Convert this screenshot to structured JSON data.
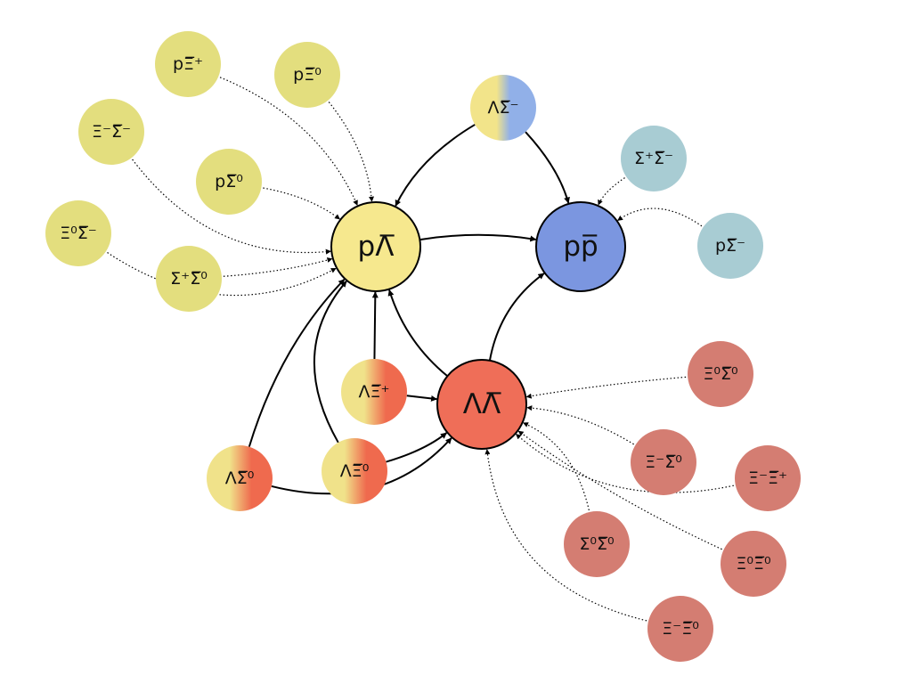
{
  "colors": {
    "pLambda": "#f6e88e",
    "ppbar": "#7b96e0",
    "LambdaLambda": "#ef6e58",
    "yellow_feed": "#e3de7e",
    "teal_feed": "#a8ccd3",
    "red_feed": "#d47d72",
    "grad_blue": "#91b0e8",
    "grad_red": "#ef6a4e"
  },
  "nodes": [
    {
      "id": "pL",
      "label": "pΛ̅",
      "kind": "main",
      "fill": "pLambda"
    },
    {
      "id": "pp",
      "label": "pp̅",
      "kind": "main",
      "fill": "ppbar"
    },
    {
      "id": "LL",
      "label": "ΛΛ̅",
      "kind": "main",
      "fill": "LambdaLambda"
    },
    {
      "id": "pXip",
      "label": "pΞ̅⁺",
      "kind": "feed",
      "fill": "yellow_feed"
    },
    {
      "id": "pXi0",
      "label": "pΞ̅⁰",
      "kind": "feed",
      "fill": "yellow_feed"
    },
    {
      "id": "XimSm",
      "label": "Ξ⁻Σ̅⁻",
      "kind": "feed",
      "fill": "yellow_feed"
    },
    {
      "id": "pS0",
      "label": "pΣ̅⁰",
      "kind": "feed",
      "fill": "yellow_feed"
    },
    {
      "id": "Xi0Sm",
      "label": "Ξ⁰Σ̅⁻",
      "kind": "feed",
      "fill": "yellow_feed"
    },
    {
      "id": "SpS0",
      "label": "Σ⁺Σ̅⁰",
      "kind": "feed",
      "fill": "yellow_feed"
    },
    {
      "id": "LSm",
      "label": "ΛΣ̅⁻",
      "kind": "gradient",
      "fill": "grad_blue"
    },
    {
      "id": "SpSm",
      "label": "Σ⁺Σ̅⁻",
      "kind": "feed",
      "fill": "teal_feed"
    },
    {
      "id": "pSm",
      "label": "pΣ̅⁻",
      "kind": "feed",
      "fill": "teal_feed"
    },
    {
      "id": "LXip",
      "label": "ΛΞ̅⁺",
      "kind": "gradient",
      "fill": "grad_red"
    },
    {
      "id": "LXi0",
      "label": "ΛΞ̅⁰",
      "kind": "gradient",
      "fill": "grad_red"
    },
    {
      "id": "LS0",
      "label": "ΛΣ̅⁰",
      "kind": "gradient",
      "fill": "grad_red"
    },
    {
      "id": "Xi0S0",
      "label": "Ξ⁰Σ̅⁰",
      "kind": "feed",
      "fill": "red_feed"
    },
    {
      "id": "XimS0",
      "label": "Ξ⁻Σ̅⁰",
      "kind": "feed",
      "fill": "red_feed"
    },
    {
      "id": "XimXip",
      "label": "Ξ⁻Ξ̅⁺",
      "kind": "feed",
      "fill": "red_feed"
    },
    {
      "id": "S0S0",
      "label": "Σ⁰Σ̅⁰",
      "kind": "feed",
      "fill": "red_feed"
    },
    {
      "id": "Xi0Xi0",
      "label": "Ξ⁰Ξ̅⁰",
      "kind": "feed",
      "fill": "red_feed"
    },
    {
      "id": "XimXi0",
      "label": "Ξ⁻Ξ̅⁰",
      "kind": "feed",
      "fill": "red_feed"
    }
  ],
  "edges": [
    {
      "from": "pL",
      "to": "pp",
      "style": "solid"
    },
    {
      "from": "LL",
      "to": "pL",
      "style": "solid"
    },
    {
      "from": "LL",
      "to": "pp",
      "style": "solid"
    },
    {
      "from": "LSm",
      "to": "pL",
      "style": "solid"
    },
    {
      "from": "LSm",
      "to": "pp",
      "style": "solid"
    },
    {
      "from": "LXip",
      "to": "pL",
      "style": "solid"
    },
    {
      "from": "LXip",
      "to": "LL",
      "style": "solid"
    },
    {
      "from": "LXi0",
      "to": "pL",
      "style": "solid"
    },
    {
      "from": "LXi0",
      "to": "LL",
      "style": "solid"
    },
    {
      "from": "LS0",
      "to": "pL",
      "style": "solid"
    },
    {
      "from": "LS0",
      "to": "LL",
      "style": "solid"
    },
    {
      "from": "pXip",
      "to": "pL",
      "style": "dotted"
    },
    {
      "from": "pXi0",
      "to": "pL",
      "style": "dotted"
    },
    {
      "from": "XimSm",
      "to": "pL",
      "style": "dotted"
    },
    {
      "from": "pS0",
      "to": "pL",
      "style": "dotted"
    },
    {
      "from": "Xi0Sm",
      "to": "pL",
      "style": "dotted"
    },
    {
      "from": "SpS0",
      "to": "pL",
      "style": "dotted"
    },
    {
      "from": "SpSm",
      "to": "pp",
      "style": "dotted"
    },
    {
      "from": "pSm",
      "to": "pp",
      "style": "dotted"
    },
    {
      "from": "Xi0S0",
      "to": "LL",
      "style": "dotted"
    },
    {
      "from": "XimS0",
      "to": "LL",
      "style": "dotted"
    },
    {
      "from": "XimXip",
      "to": "LL",
      "style": "dotted"
    },
    {
      "from": "S0S0",
      "to": "LL",
      "style": "dotted"
    },
    {
      "from": "Xi0Xi0",
      "to": "LL",
      "style": "dotted"
    },
    {
      "from": "XimXi0",
      "to": "LL",
      "style": "dotted"
    }
  ]
}
